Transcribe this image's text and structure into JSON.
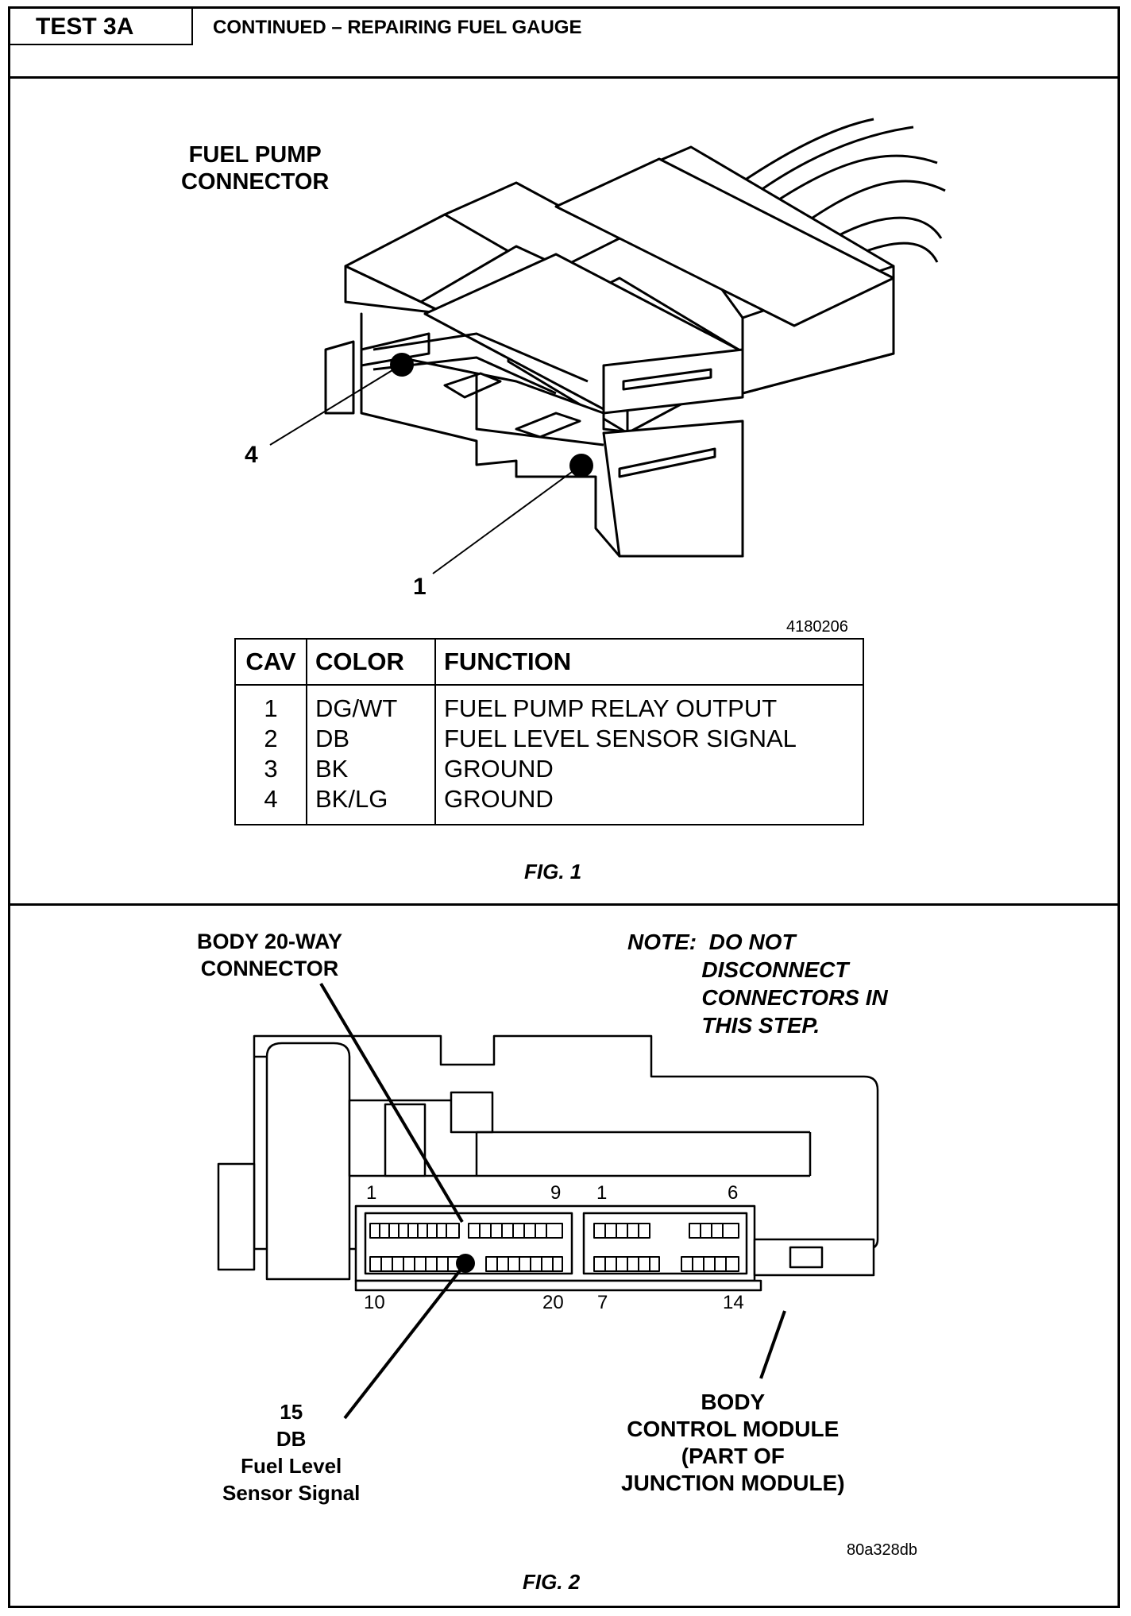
{
  "header": {
    "test_id": "TEST 3A",
    "title": "CONTINUED – REPAIRING FUEL GAUGE"
  },
  "fig1": {
    "connector_label": "FUEL PUMP\nCONNECTOR",
    "callout_4": "4",
    "callout_1": "1",
    "part_number": "4180206",
    "table": {
      "headers": [
        "CAV",
        "COLOR",
        "FUNCTION"
      ],
      "rows": [
        [
          "1",
          "DG/WT",
          "FUEL PUMP RELAY OUTPUT"
        ],
        [
          "2",
          "DB",
          "FUEL LEVEL SENSOR SIGNAL"
        ],
        [
          "3",
          "BK",
          "GROUND"
        ],
        [
          "4",
          "BK/LG",
          "GROUND"
        ]
      ]
    },
    "caption": "FIG. 1"
  },
  "fig2": {
    "connector_label": "BODY 20-WAY\nCONNECTOR",
    "note": "NOTE:  DO NOT\n            DISCONNECT\n            CONNECTORS IN\n            THIS STEP.",
    "pin_labels": {
      "p1": "1",
      "p9": "9",
      "p1b": "1",
      "p6": "6",
      "p10": "10",
      "p20": "20",
      "p7": "7",
      "p14": "14"
    },
    "callout_pin": "15\nDB\nFuel Level\nSensor Signal",
    "module_label": "BODY\nCONTROL MODULE\n(PART OF\nJUNCTION MODULE)",
    "part_number": "80a328db",
    "caption": "FIG. 2"
  }
}
